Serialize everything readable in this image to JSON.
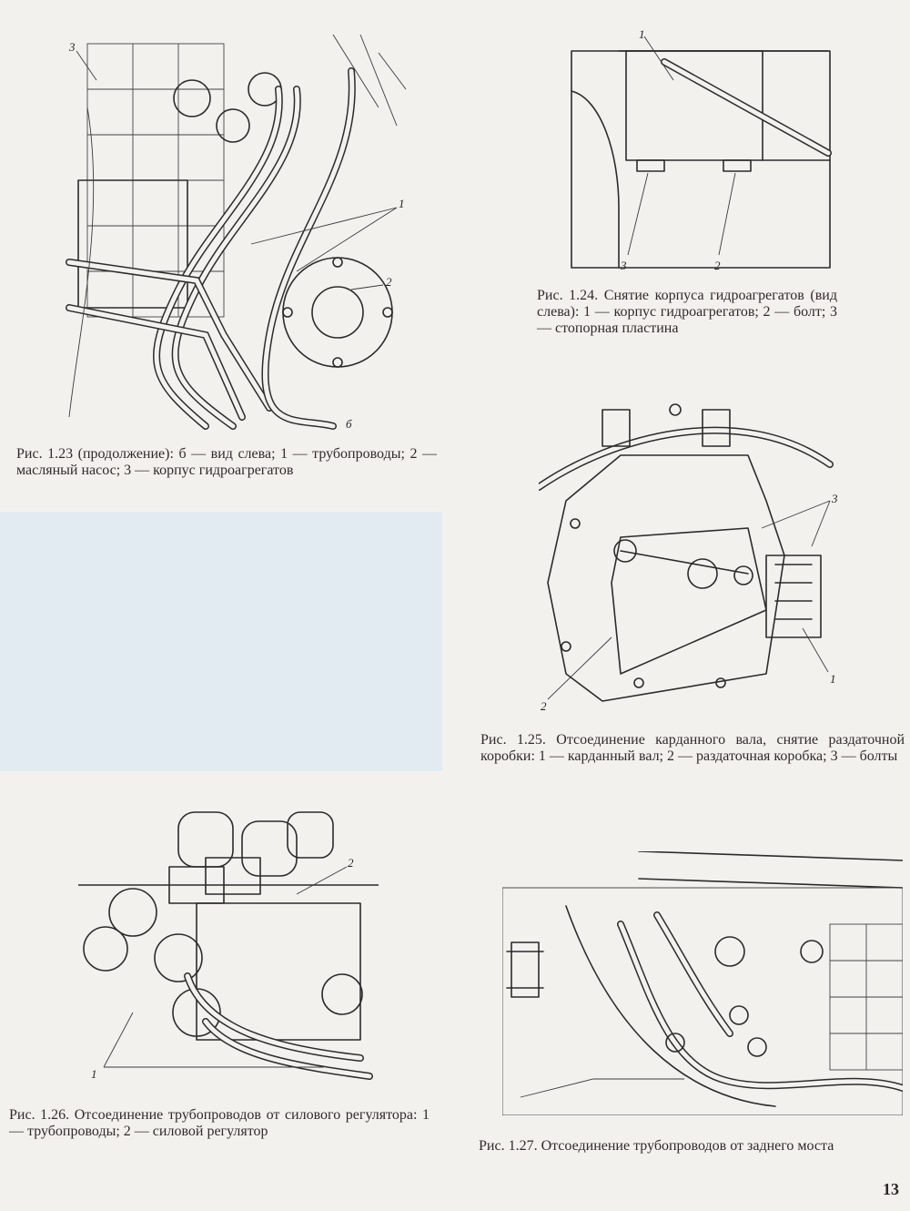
{
  "figures": {
    "fig123": {
      "caption": "Рис. 1.23 (продолжение): б — вид слева; 1 — трубопроводы; 2 — масляный насос; 3 — корпус гидроагрегатов",
      "labels": {
        "l1": "1",
        "l2": "2",
        "l3": "3",
        "view": "б"
      }
    },
    "fig124": {
      "caption": "Рис. 1.24. Снятие корпуса гидроагрегатов (вид слева): 1 — корпус гидроагрегатов; 2 — болт; 3 — стопорная пластина",
      "labels": {
        "l1": "1",
        "l2": "2",
        "l3": "3"
      }
    },
    "fig125": {
      "caption": "Рис. 1.25. Отсоединение карданного вала, снятие раздаточной коробки: 1 — карданный вал; 2 — раздаточная коробка; 3 — болты",
      "labels": {
        "l1": "1",
        "l2": "2",
        "l3": "3"
      }
    },
    "fig126": {
      "caption": "Рис. 1.26. Отсоединение трубопроводов от силового регулятора: 1 — трубопроводы; 2 — силовой регулятор",
      "labels": {
        "l1": "1",
        "l2": "2"
      }
    },
    "fig127": {
      "caption": "Рис. 1.27. Отсоединение трубопроводов от заднего моста",
      "labels": {}
    }
  },
  "page_number": "13"
}
